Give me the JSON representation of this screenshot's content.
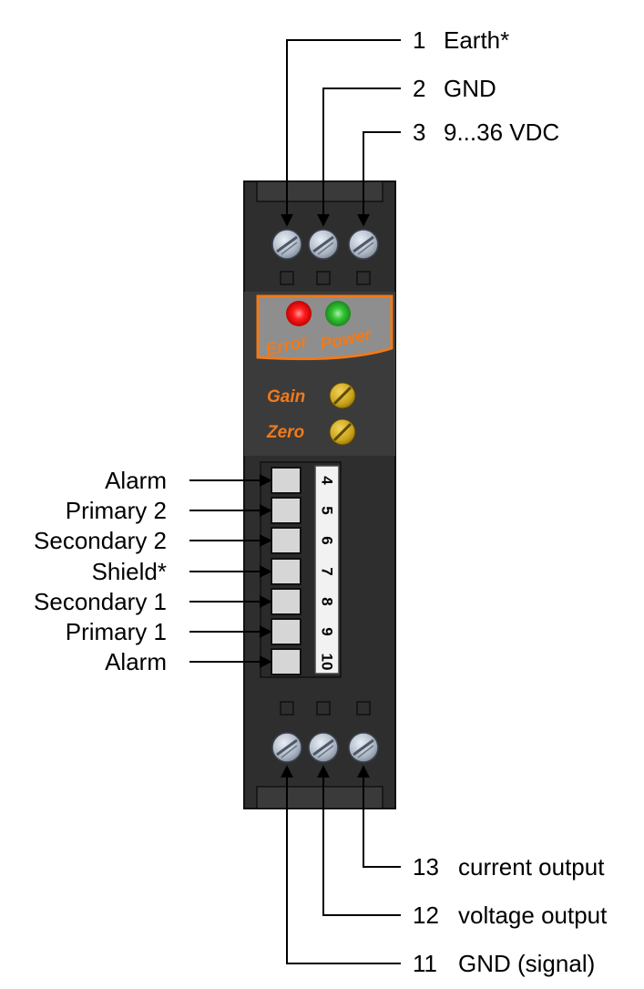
{
  "top_terminals": [
    {
      "num": "1",
      "label": "Earth*"
    },
    {
      "num": "2",
      "label": "GND"
    },
    {
      "num": "3",
      "label": "9...36 VDC"
    }
  ],
  "indicators": {
    "error_label": "Error",
    "power_label": "Power",
    "error_color": "#ff2a2a",
    "power_color": "#33b833",
    "accent_color": "#f07a1a"
  },
  "adjustments": {
    "gain_label": "Gain",
    "zero_label": "Zero"
  },
  "side_terminals": [
    {
      "num": "4",
      "label": "Alarm"
    },
    {
      "num": "5",
      "label": "Primary 2"
    },
    {
      "num": "6",
      "label": "Secondary 2"
    },
    {
      "num": "7",
      "label": "Shield*"
    },
    {
      "num": "8",
      "label": "Secondary 1"
    },
    {
      "num": "9",
      "label": "Primary 1"
    },
    {
      "num": "10",
      "label": "Alarm"
    }
  ],
  "bottom_terminals": [
    {
      "num": "13",
      "label": "current output"
    },
    {
      "num": "12",
      "label": "voltage output"
    },
    {
      "num": "11",
      "label": "GND (signal)"
    }
  ]
}
